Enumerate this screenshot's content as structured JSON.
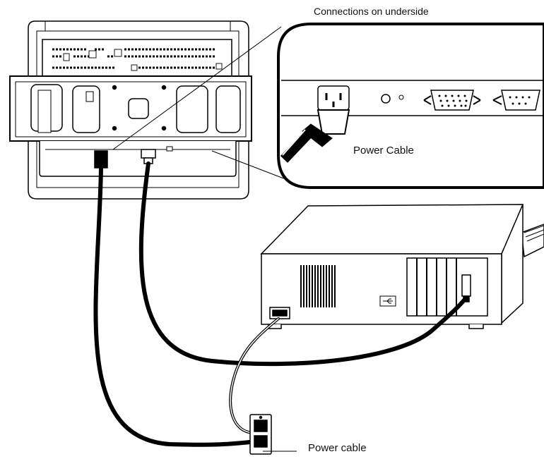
{
  "labels": {
    "connections_title": "Connections on underside",
    "power_cable_inset": "Power Cable",
    "power_cable_outlet": "Power cable"
  },
  "colors": {
    "stroke": "#000000",
    "background": "#ffffff",
    "light_fill": "#f2f2f2"
  },
  "icons": [
    "usb-icon",
    "power-socket-icon",
    "vga-port-icon",
    "serial-port-icon",
    "audio-jack-icon",
    "wall-outlet-icon"
  ]
}
